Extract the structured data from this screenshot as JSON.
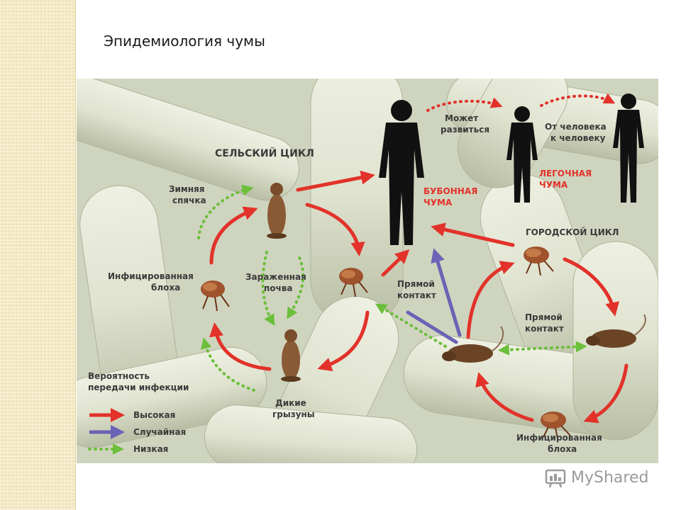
{
  "title": "Эпидемиология чумы",
  "labels": {
    "rural_cycle": "СЕЛЬСКИЙ ЦИКЛ",
    "hibernation_1": "Зимняя",
    "hibernation_2": "спячка",
    "infected_flea_left_1": "Инфицированная",
    "infected_flea_left_2": "блоха",
    "contaminated_soil_1": "Зараженная",
    "contaminated_soil_2": "почва",
    "wild_rodents_1": "Дикие",
    "wild_rodents_2": "грызуны",
    "can_develop_1": "Может",
    "can_develop_2": "развиться",
    "human_to_human_1": "От человека",
    "human_to_human_2": "к человеку",
    "bubonic_plague_1": "БУБОННАЯ",
    "bubonic_plague_2": "ЧУМА",
    "pneumonic_plague_1": "ЛЕГОЧНАЯ",
    "pneumonic_plague_2": "ЧУМА",
    "direct_contact_left_1": "Прямой",
    "direct_contact_left_2": "контакт",
    "urban_cycle": "ГОРОДСКОЙ ЦИКЛ",
    "direct_contact_right_1": "Прямой",
    "direct_contact_right_2": "контакт",
    "infected_flea_right_1": "Инфицированная",
    "infected_flea_right_2": "блоха"
  },
  "legend": {
    "title_1": "Вероятность",
    "title_2": "передачи инфекции",
    "items": [
      {
        "label": "Высокая",
        "color": "#e2322a"
      },
      {
        "label": "Случайная",
        "color": "#6b63b5"
      },
      {
        "label": "Низкая",
        "color": "#6cbf3a"
      }
    ]
  },
  "watermark": {
    "text": "MyShared",
    "icon": "myshared-logo-icon"
  },
  "colors": {
    "high": "#e2322a",
    "random": "#6b63b5",
    "low": "#6cbf3a",
    "background": "#cfd4bf"
  }
}
